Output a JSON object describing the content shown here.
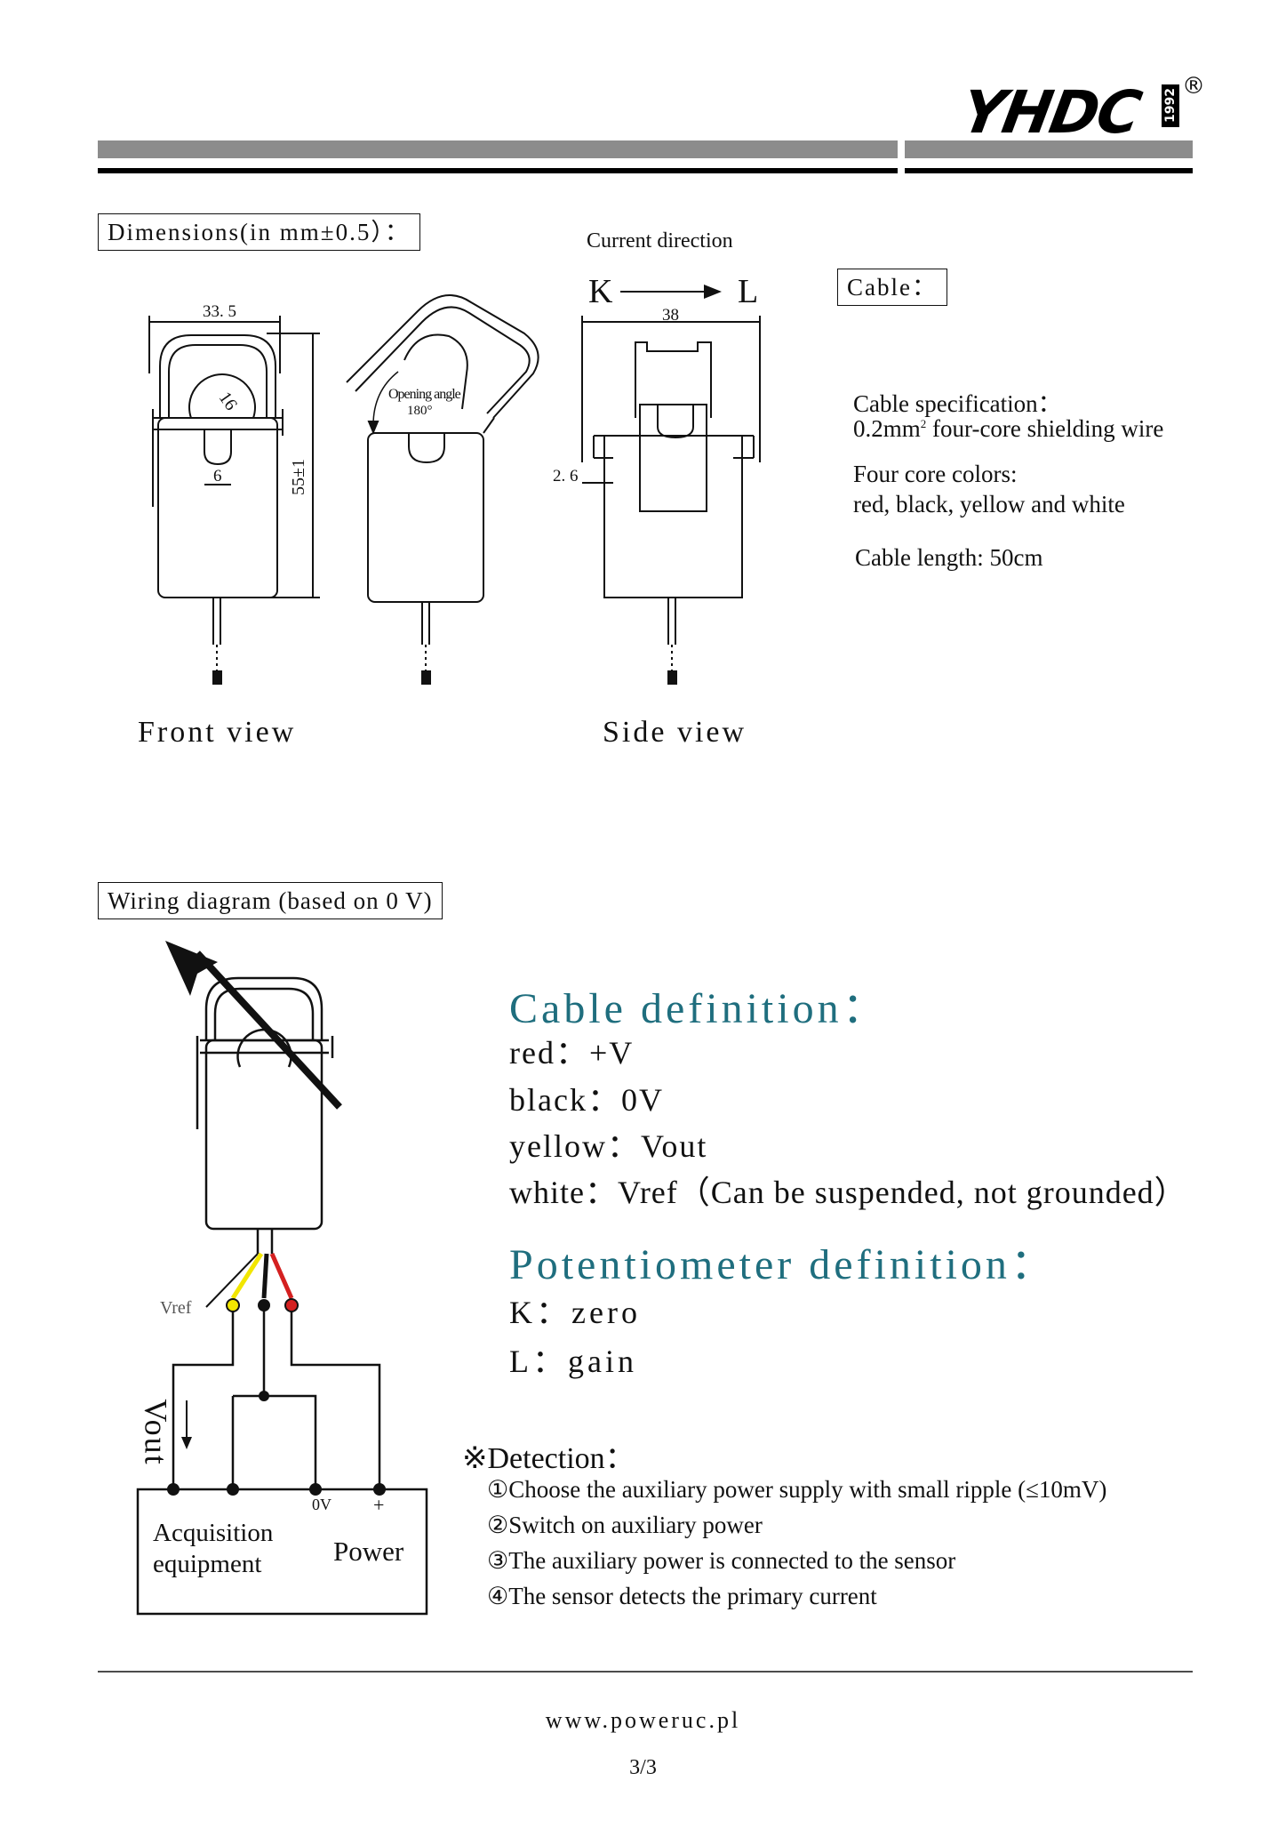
{
  "header": {
    "brand": "YHDC",
    "brand_year": "1992",
    "registered": "®"
  },
  "dimensions": {
    "title": "Dimensions(in mm±0.5）：",
    "current_direction": "Current direction",
    "k": "K",
    "l": "L",
    "dim_width": "33. 5",
    "dim_hole": "16",
    "dim_slot": "6",
    "dim_height": "55±1",
    "opening_angle_label": "Opening angle",
    "opening_angle_value": "180°",
    "dim_side_width": "38",
    "dim_side_offset": "2. 6",
    "front_view": "Front view",
    "side_view": "Side view"
  },
  "cable": {
    "title": "Cable：",
    "spec_label": "Cable specification：",
    "spec_value_pre": "0.2mm",
    "spec_value_sup": "2",
    "spec_value_post": "four-core shielding wire",
    "colors_label": "Four core colors:",
    "colors_value": "red, black, yellow and white",
    "length": "Cable length: 50cm"
  },
  "wiring": {
    "title": "Wiring diagram (based on 0 V)",
    "vref": "Vref",
    "vout": "Vout",
    "zero_v": "0V",
    "plus": "+",
    "acquisition_line1": "Acquisition",
    "acquisition_line2": "equipment",
    "power": "Power"
  },
  "cable_definition": {
    "title": "Cable definition：",
    "items": [
      "red：+V",
      "black：0V",
      "yellow：Vout",
      "white：Vref（Can be suspended, not grounded）"
    ]
  },
  "potentiometer_definition": {
    "title": "Potentiometer definition：",
    "items": [
      "K：zero",
      "L：gain"
    ]
  },
  "detection": {
    "title": "※Detection：",
    "items": [
      "①Choose the auxiliary power supply with small ripple (≤10mV)",
      "②Switch on auxiliary power",
      "③The auxiliary power is connected to the sensor",
      "④The sensor detects the primary current"
    ]
  },
  "footer": {
    "url": "www.poweruc.pl",
    "page": "3/3"
  },
  "colors": {
    "teal": "#1f6e7e",
    "gray_bar": "#8c8c8c",
    "wire_red": "#d42020",
    "wire_yellow": "#f2e600"
  }
}
